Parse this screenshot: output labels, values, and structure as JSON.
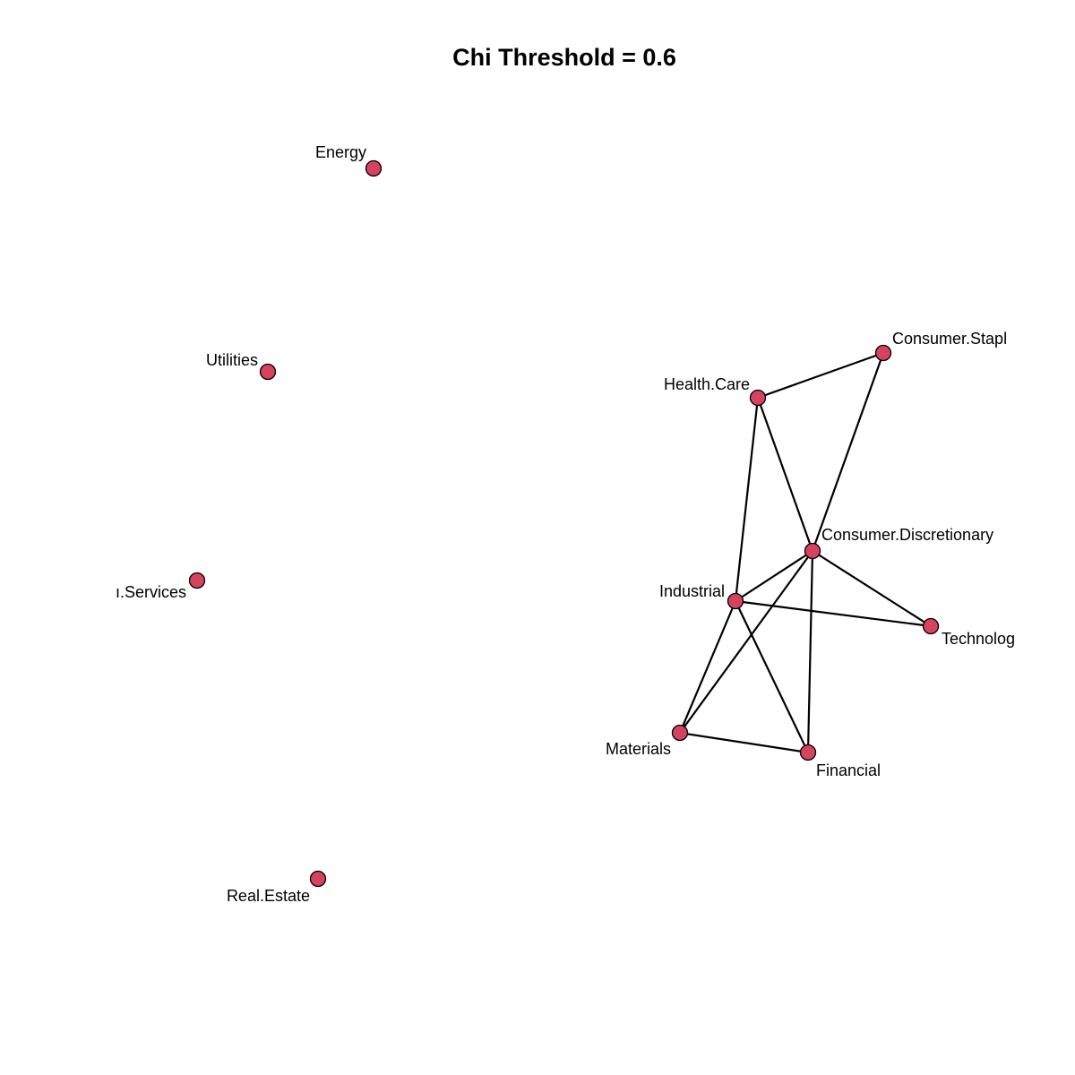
{
  "title": "Chi Threshold = 0.6",
  "node_color": "#d6435f",
  "edge_color": "#000000",
  "nodes": [
    {
      "id": "Energy",
      "label": "Energy"
    },
    {
      "id": "Utilities",
      "label": "Utilities"
    },
    {
      "id": "Communication.Services",
      "label": "ı.Services"
    },
    {
      "id": "Real.Estate",
      "label": "Real.Estate"
    },
    {
      "id": "Consumer.Staples",
      "label": "Consumer.Stapl"
    },
    {
      "id": "Health.Care",
      "label": "Health.Care"
    },
    {
      "id": "Consumer.Discretionary",
      "label": "Consumer.Discretionary"
    },
    {
      "id": "Industrial",
      "label": "Industrial"
    },
    {
      "id": "Technology",
      "label": "Technolog"
    },
    {
      "id": "Materials",
      "label": "Materials"
    },
    {
      "id": "Financial",
      "label": "Financial"
    }
  ],
  "edges": [
    [
      "Health.Care",
      "Consumer.Staples"
    ],
    [
      "Health.Care",
      "Consumer.Discretionary"
    ],
    [
      "Health.Care",
      "Industrial"
    ],
    [
      "Consumer.Staples",
      "Consumer.Discretionary"
    ],
    [
      "Consumer.Discretionary",
      "Industrial"
    ],
    [
      "Consumer.Discretionary",
      "Technology"
    ],
    [
      "Consumer.Discretionary",
      "Materials"
    ],
    [
      "Consumer.Discretionary",
      "Financial"
    ],
    [
      "Industrial",
      "Technology"
    ],
    [
      "Industrial",
      "Materials"
    ],
    [
      "Industrial",
      "Financial"
    ],
    [
      "Materials",
      "Financial"
    ]
  ]
}
